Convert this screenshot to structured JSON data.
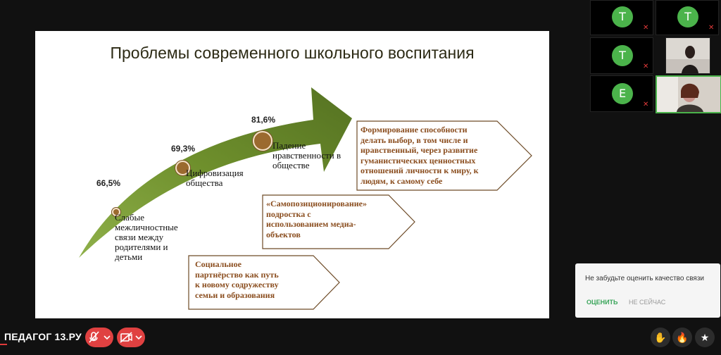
{
  "slide": {
    "title": "Проблемы современного школьного воспитания",
    "percentages": [
      "66,5%",
      "69,3%",
      "81,6%"
    ],
    "labels": [
      [
        "Слабые",
        "межличностные",
        "связи между",
        "родителями и",
        "детьми"
      ],
      [
        "Цифровизация",
        "общества"
      ],
      [
        "Падение",
        "нравственности в",
        "обществе"
      ]
    ],
    "boxes": [
      [
        "Формирование способности",
        "делать выбор, в том числе и",
        "нравственный, через развитие",
        "гуманистических ценностных",
        "отношений личности к миру, к",
        "людям, к самому себе"
      ],
      [
        "«Самопозиционирование»",
        "подростка с",
        "использованием медиа-",
        "объектов"
      ],
      [
        "Социальное",
        "партнёрство как путь",
        "к новому содружеству",
        "семьи и образования"
      ]
    ]
  },
  "participants": [
    {
      "initial": "Т"
    },
    {
      "initial": "Т"
    },
    {
      "initial": "Т"
    },
    {
      "initial": "Е"
    }
  ],
  "toast": {
    "message": "Не забудьте оценить качество связи",
    "rate_label": "ОЦЕНИТЬ",
    "later_label": "НЕ СЕЙЧАС"
  },
  "bottombar": {
    "brand": "ПЕДАГОГ 13.РУ"
  },
  "icons": {
    "mic": "mic-off-icon",
    "camera": "camera-off-icon",
    "hand": "raise-hand-icon",
    "fire": "fire-icon",
    "star": "star-icon"
  },
  "colors": {
    "arrow": "#6e8f2c",
    "box_border": "#6d4a26",
    "box_text": "#8a4d1e",
    "avatar": "#4bb34b",
    "control_red": "#e04141",
    "toast_rate": "#3aa55a"
  }
}
